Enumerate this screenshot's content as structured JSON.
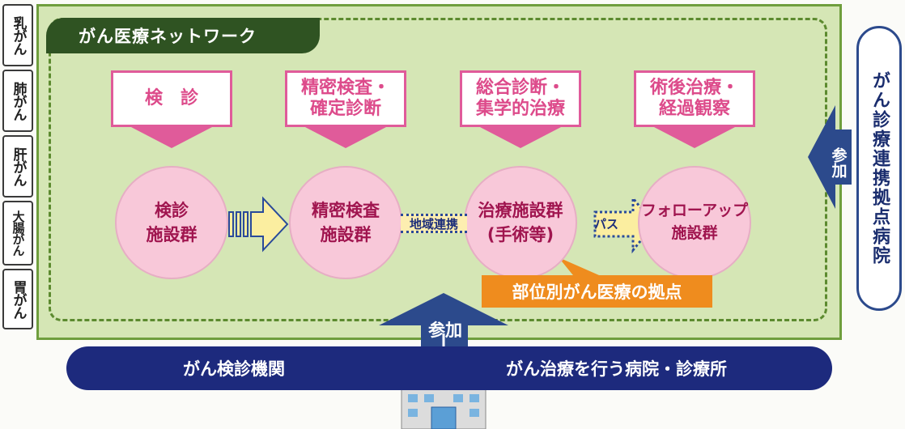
{
  "cancer_types": [
    "乳がん",
    "肺がん",
    "肝がん",
    "大腸がん",
    "胃がん"
  ],
  "network_title": "がん医療ネットワーク",
  "steps": [
    {
      "box": "検　診",
      "circle": "検診\n施設群"
    },
    {
      "box": "精密検査・\n確定診断",
      "circle": "精密検査\n施設群"
    },
    {
      "box": "総合診断・\n集学的治療",
      "circle": "治療施設群\n(手術等)"
    },
    {
      "box": "術後治療・\n経過観察",
      "circle": "フォローアップ\n施設群"
    }
  ],
  "links": {
    "regional": "地域連携",
    "path": "パス"
  },
  "callout": "部位別がん医療の拠点",
  "side_label": "がん診療連携拠点病院",
  "side_arrow_label": "参加",
  "bottom_arrow_label": "参加",
  "bottom_left": "がん検診機関",
  "bottom_right": "がん治療を行う病院・診療所",
  "colors": {
    "panel": "#d5e6b5",
    "title_bg": "#2f5322",
    "pink": "#e05b9a",
    "circle": "#f8c8d9",
    "navy": "#1d2a7d",
    "orange": "#ef8c1e"
  }
}
